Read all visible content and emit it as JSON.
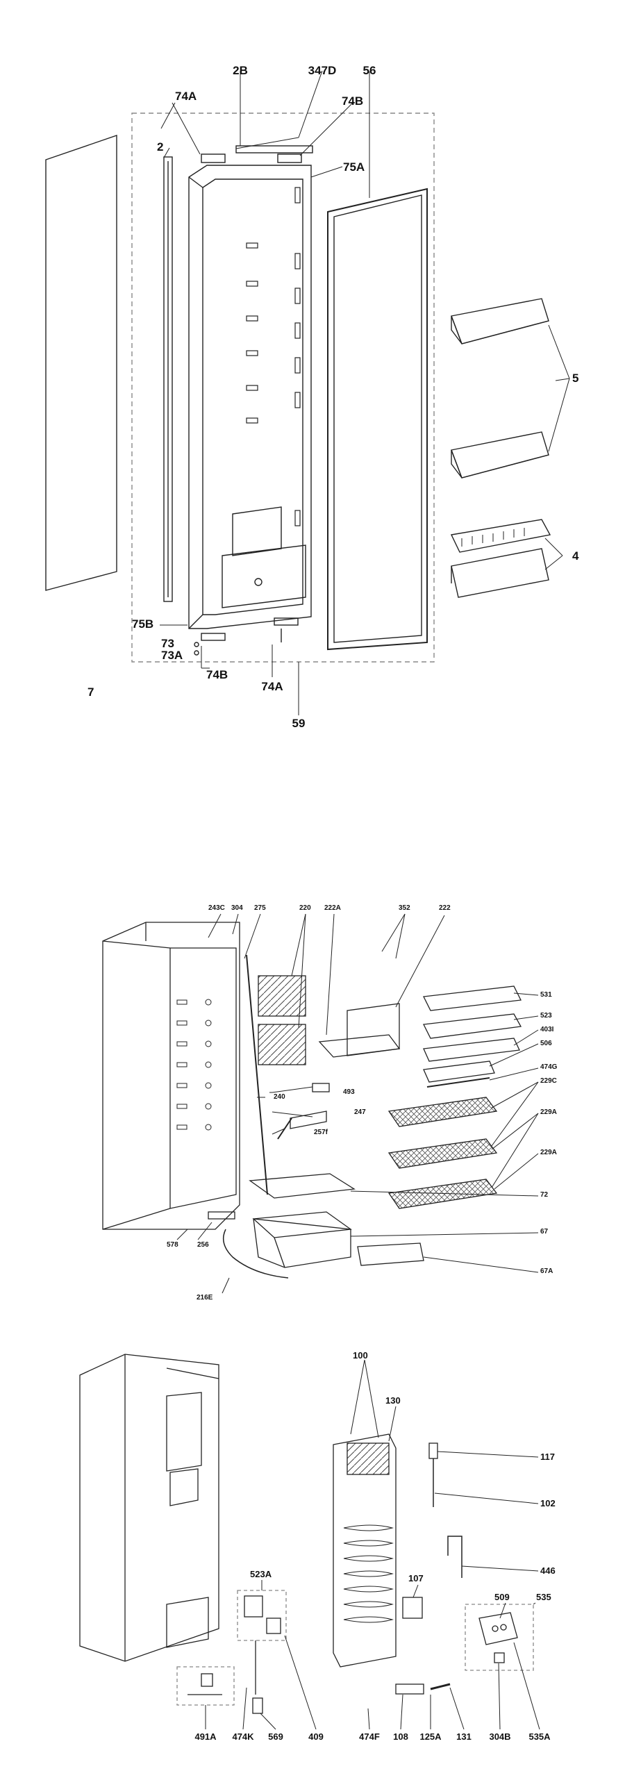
{
  "sections": [
    {
      "name": "door",
      "labels": [
        "2B",
        "347D",
        "56",
        "74A",
        "74B",
        "2",
        "75A",
        "5",
        "4",
        "7",
        "75B",
        "73",
        "73A",
        "74B",
        "74A",
        "59"
      ]
    },
    {
      "name": "interior",
      "labels": [
        "243C",
        "304",
        "275",
        "220",
        "222A",
        "352",
        "222",
        "531",
        "523",
        "403I",
        "506",
        "474G",
        "229C",
        "493",
        "247",
        "257f",
        "240",
        "229A",
        "229A",
        "72",
        "67",
        "67A",
        "578",
        "256",
        "216E"
      ]
    },
    {
      "name": "rear",
      "labels": [
        "100",
        "130",
        "117",
        "102",
        "446",
        "107",
        "523A",
        "509",
        "535",
        "491A",
        "474K",
        "569",
        "409",
        "474F",
        "108",
        "125A",
        "131",
        "304B",
        "535A"
      ]
    }
  ]
}
